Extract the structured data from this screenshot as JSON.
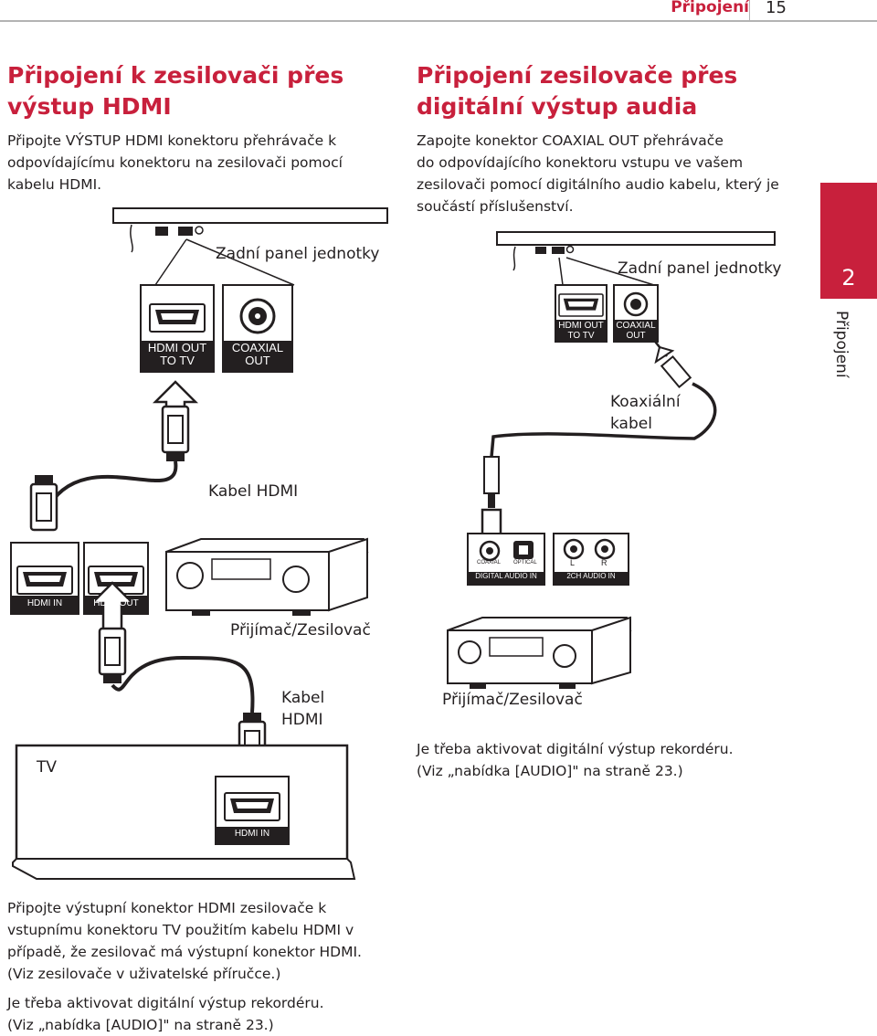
{
  "header": {
    "section": "Připojení",
    "page": "15"
  },
  "side_tab": {
    "number": "2",
    "label": "Připojení"
  },
  "left": {
    "title_line1": "Připojení k zesilovači přes",
    "title_line2": "výstup HDMI",
    "intro_line1": "Připojte VÝSTUP HDMI konektoru přehrávače k",
    "intro_line2": "odpovídajícímu konektoru na zesilovači pomocí",
    "intro_line3": "kabelu HDMI.",
    "label_rear_panel": "Zadní panel jednotky",
    "label_hdmi_out": "HDMI OUT",
    "label_to_tv": "TO TV",
    "label_coaxial": "COAXIAL",
    "label_out": "OUT",
    "label_hdmi_cable": "Kabel HDMI",
    "label_hdmi_in": "HDMI IN",
    "label_hdmi_out2": "HDMI OUT",
    "label_receiver": "Přijímač/Zesilovač",
    "label_cable2_line1": "Kabel",
    "label_cable2_line2": "HDMI",
    "label_tv": "TV",
    "label_tv_hdmi_in": "HDMI IN",
    "footer_line1": "Připojte výstupní konektor HDMI zesilovače k",
    "footer_line2": "vstupnímu konektoru TV použitím kabelu HDMI v",
    "footer_line3": "případě, že zesilovač má výstupní konektor HDMI.",
    "footer_line4": "(Viz zesilovače v uživatelské příručce.)",
    "footer_line5": "Je třeba aktivovat digitální výstup rekordéru.",
    "footer_line6": "(Viz „nabídka [AUDIO]\" na straně 23.)"
  },
  "right": {
    "title_line1": "Připojení zesilovače přes",
    "title_line2": "digitální výstup audia",
    "intro_line1": "Zapojte konektor COAXIAL OUT přehrávače",
    "intro_line2": "do odpovídajícího konektoru vstupu ve vašem",
    "intro_line3": "zesilovači pomocí digitálního audio kabelu, který je",
    "intro_line4": "součástí příslušenství.",
    "label_rear_panel": "Zadní panel jednotky",
    "label_hdmi_out": "HDMI OUT",
    "label_to_tv": "TO TV",
    "label_coaxial": "COAXIAL",
    "label_out": "OUT",
    "label_coax_cable_line1": "Koaxiální",
    "label_coax_cable_line2": "kabel",
    "label_in_coaxial": "COAXIAL",
    "label_in_optical": "OPTICAL",
    "label_l": "L",
    "label_r": "R",
    "label_digital_audio_in": "DIGITAL AUDIO IN",
    "label_2ch_audio_in": "2CH AUDIO IN",
    "label_receiver": "Přijímač/Zesilovač",
    "note_line1": "Je třeba aktivovat digitální výstup rekordéru.",
    "note_line2": "(Viz „nabídka [AUDIO]\" na straně 23.)"
  }
}
